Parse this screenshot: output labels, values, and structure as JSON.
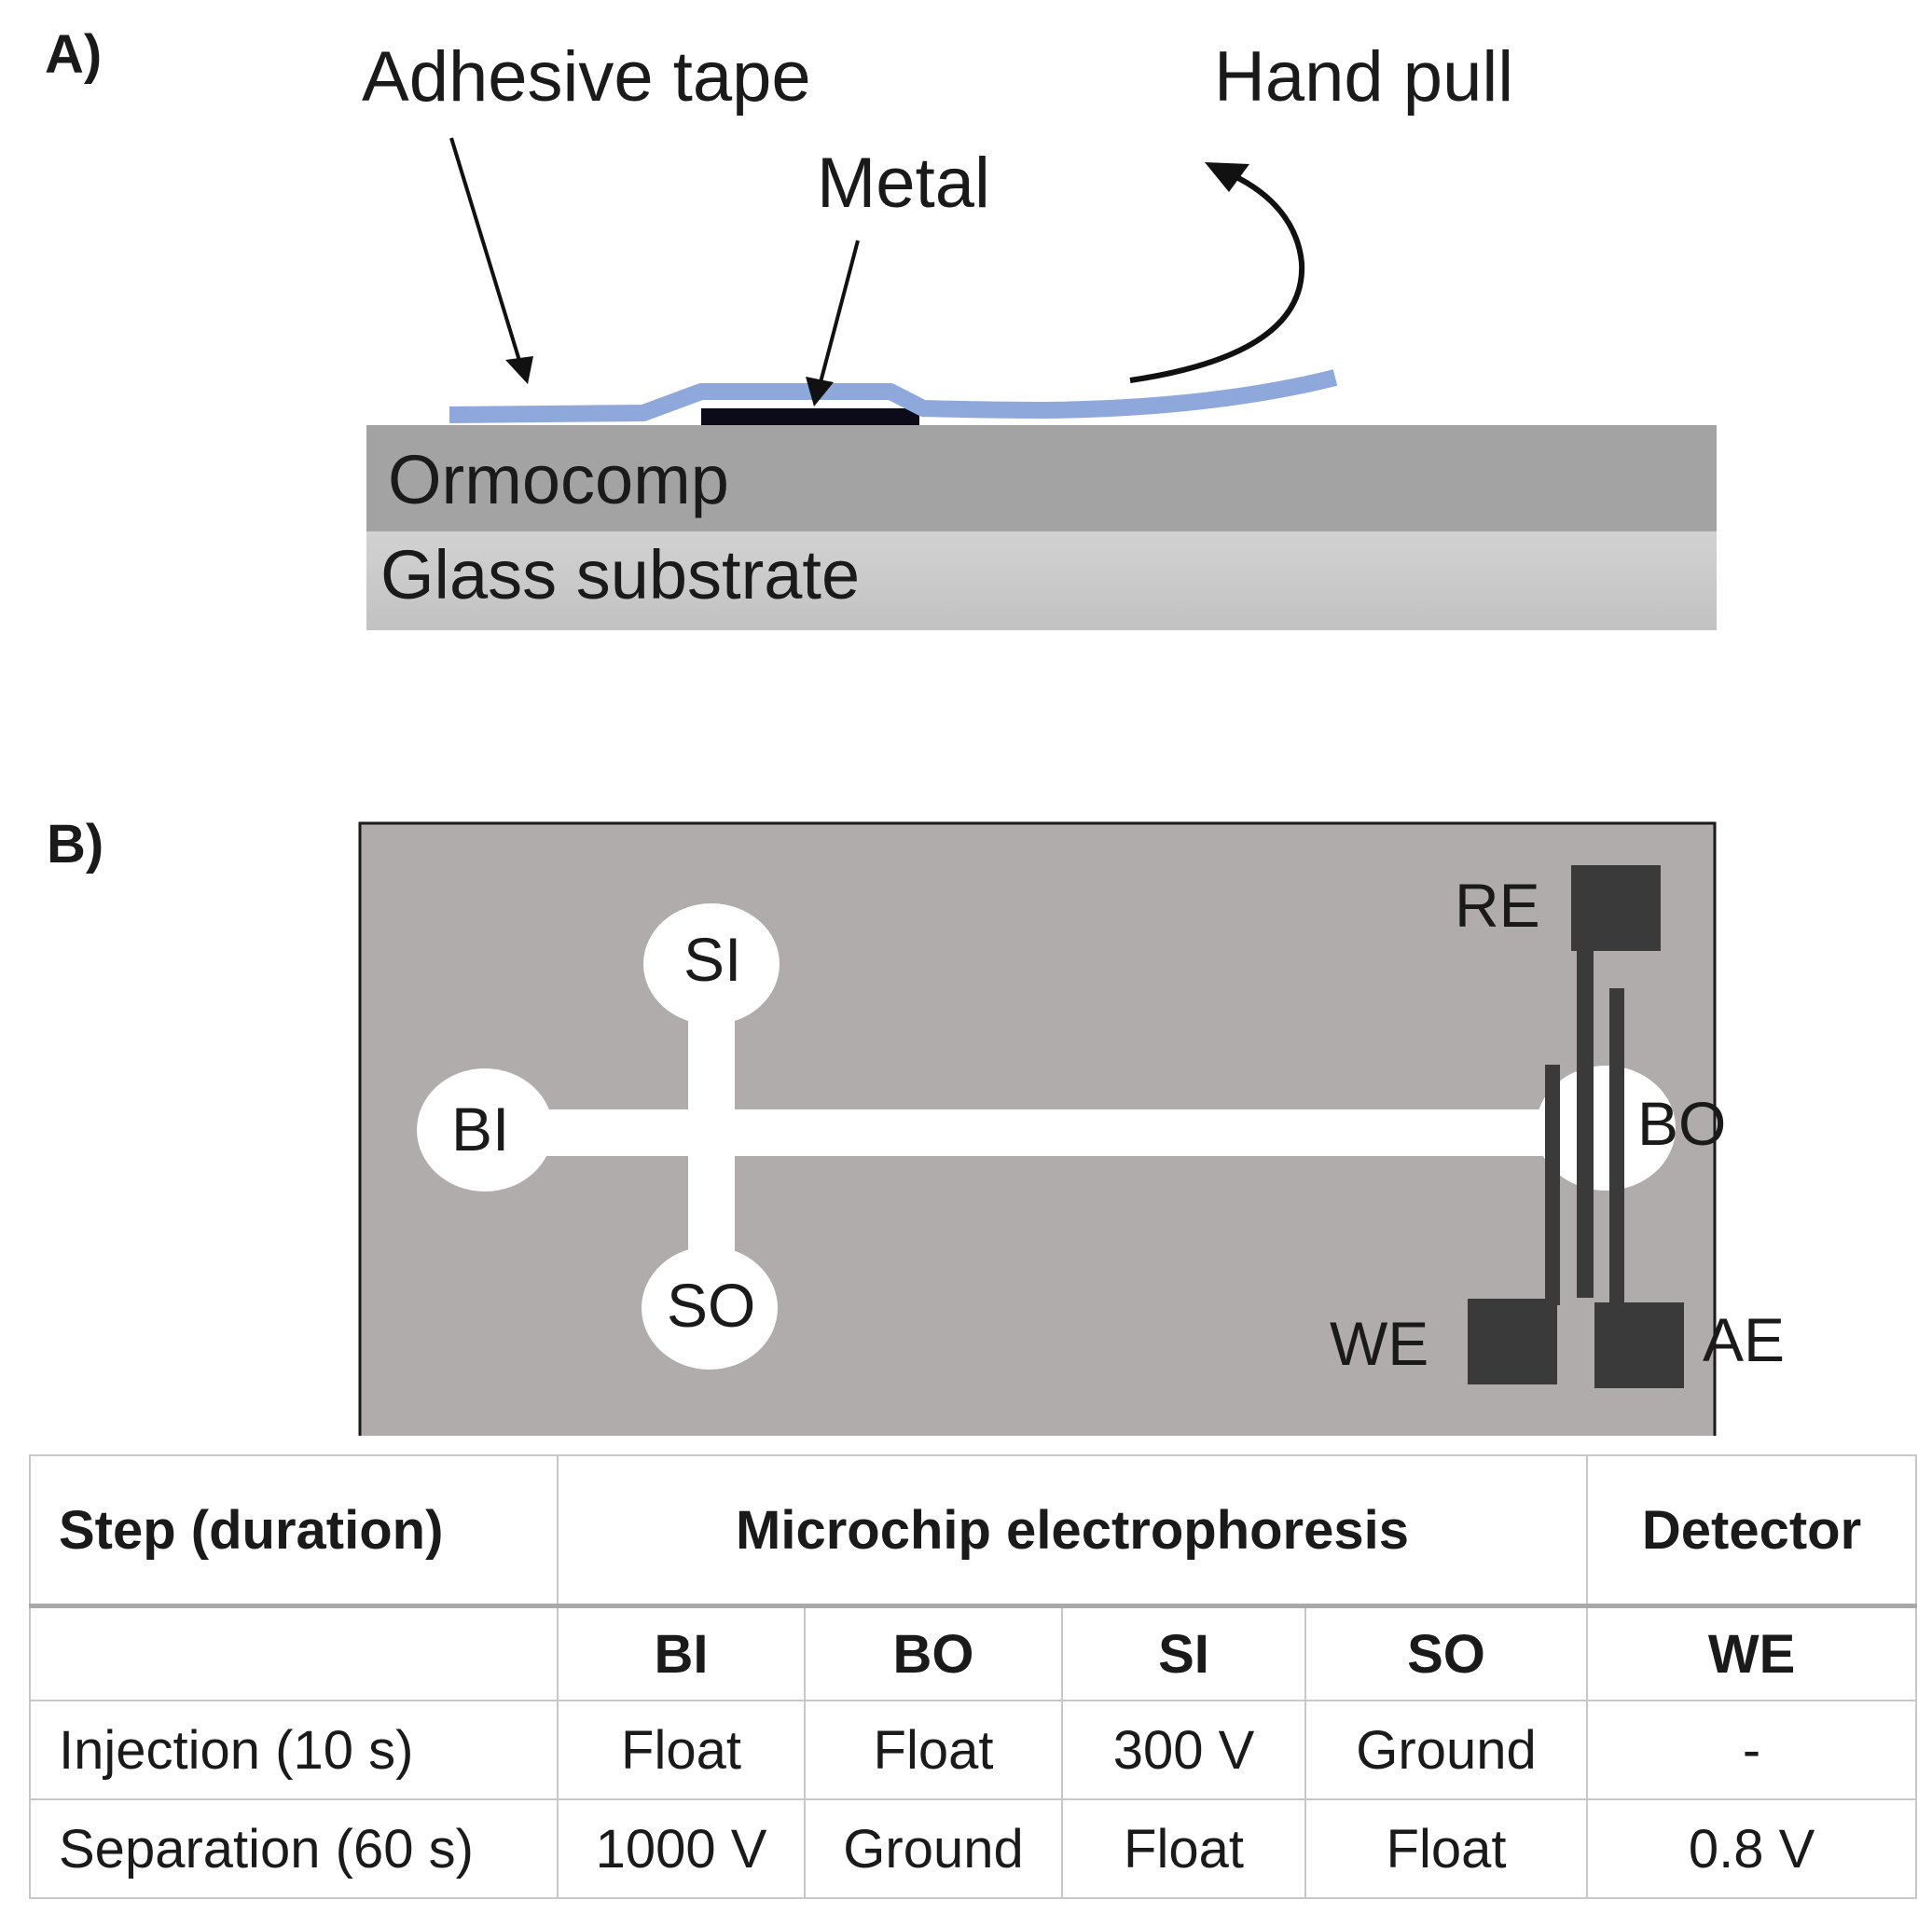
{
  "panel_a": {
    "label": "A)",
    "adhesive_tape_label": "Adhesive tape",
    "metal_label": "Metal",
    "hand_pull_label": "Hand pull",
    "ormocomp_label": "Ormocomp",
    "glass_label": "Glass substrate",
    "colors": {
      "tape": "#8fa8dc",
      "metal": "#0b0b1a",
      "ormocomp": "#a3a3a3",
      "glass": "#cccccc",
      "arrow": "#111111"
    }
  },
  "panel_b": {
    "label": "B)",
    "reservoirs": {
      "si": "SI",
      "bi": "BI",
      "so": "SO",
      "bo": "BO"
    },
    "electrodes": {
      "re": "RE",
      "we": "WE",
      "ae": "AE"
    },
    "colors": {
      "chip": "#b0acab",
      "channel": "#ffffff",
      "electrode": "#3a3a3a"
    }
  },
  "table": {
    "header": {
      "step": "Step (duration)",
      "mce": "Microchip electrophoresis",
      "detector": "Detector"
    },
    "subheader": [
      "",
      "BI",
      "BO",
      "SI",
      "SO",
      "WE"
    ],
    "rows": [
      [
        "Injection (10 s)",
        "Float",
        "Float",
        "300 V",
        "Ground",
        "-"
      ],
      [
        "Separation (60 s)",
        "1000 V",
        "Ground",
        "Float",
        "Float",
        "0.8 V"
      ]
    ]
  }
}
